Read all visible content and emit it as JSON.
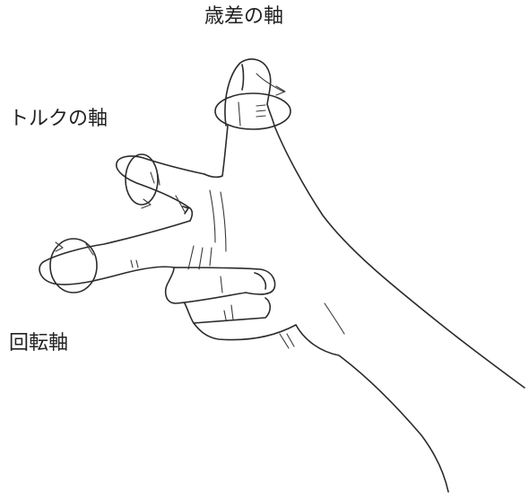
{
  "labels": {
    "thumb_axis": "歳差の軸",
    "index_axis": "トルクの軸",
    "middle_axis": "回転軸"
  }
}
